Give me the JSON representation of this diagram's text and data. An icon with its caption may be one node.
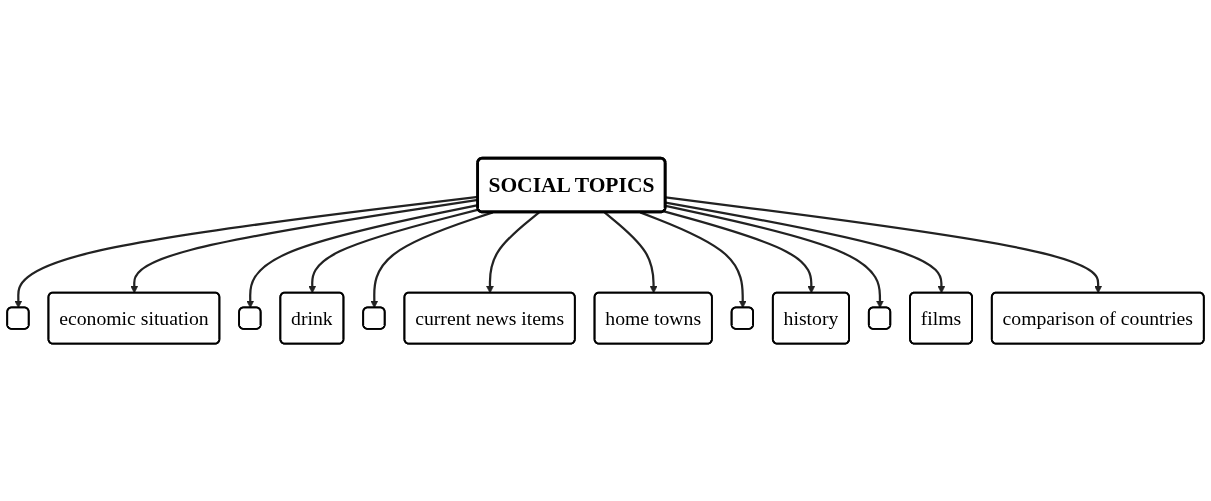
{
  "diagram": {
    "nodes": [
      {
        "text": [],
        "shape": "box"
      },
      {
        "text": [
          "economic situation"
        ]
      },
      {
        "text": [],
        "shape": "box"
      },
      {
        "text": [
          "drink"
        ]
      },
      {
        "text": [],
        "shape": "box"
      },
      {
        "text": [
          "SOCIAL TOPICS"
        ]
      },
      {
        "text": [
          "current news items"
        ]
      },
      {
        "text": [
          "home towns"
        ]
      },
      {
        "text": [],
        "shape": "box"
      },
      {
        "text": [
          "history"
        ]
      },
      {
        "text": [],
        "shape": "box"
      },
      {
        "text": [
          "films"
        ]
      },
      {
        "text": [
          "comparison of countries"
        ]
      }
    ],
    "edges": [
      {
        "from": 5,
        "to": 0,
        "arrow": "to"
      },
      {
        "from": 5,
        "to": 1,
        "arrow": "to"
      },
      {
        "from": 5,
        "to": 2,
        "arrow": "to"
      },
      {
        "from": 5,
        "to": 3,
        "arrow": "to"
      },
      {
        "from": 5,
        "to": 4,
        "arrow": "to"
      },
      {
        "from": 5,
        "to": 6,
        "arrow": "to"
      },
      {
        "from": 5,
        "to": 7,
        "arrow": "to"
      },
      {
        "from": 5,
        "to": 8,
        "arrow": "to"
      },
      {
        "from": 5,
        "to": 9,
        "arrow": "to"
      },
      {
        "from": 5,
        "to": 10,
        "arrow": "to"
      },
      {
        "from": 5,
        "to": 11,
        "arrow": "to"
      },
      {
        "from": 5,
        "to": 12,
        "arrow": "to"
      }
    ]
  }
}
